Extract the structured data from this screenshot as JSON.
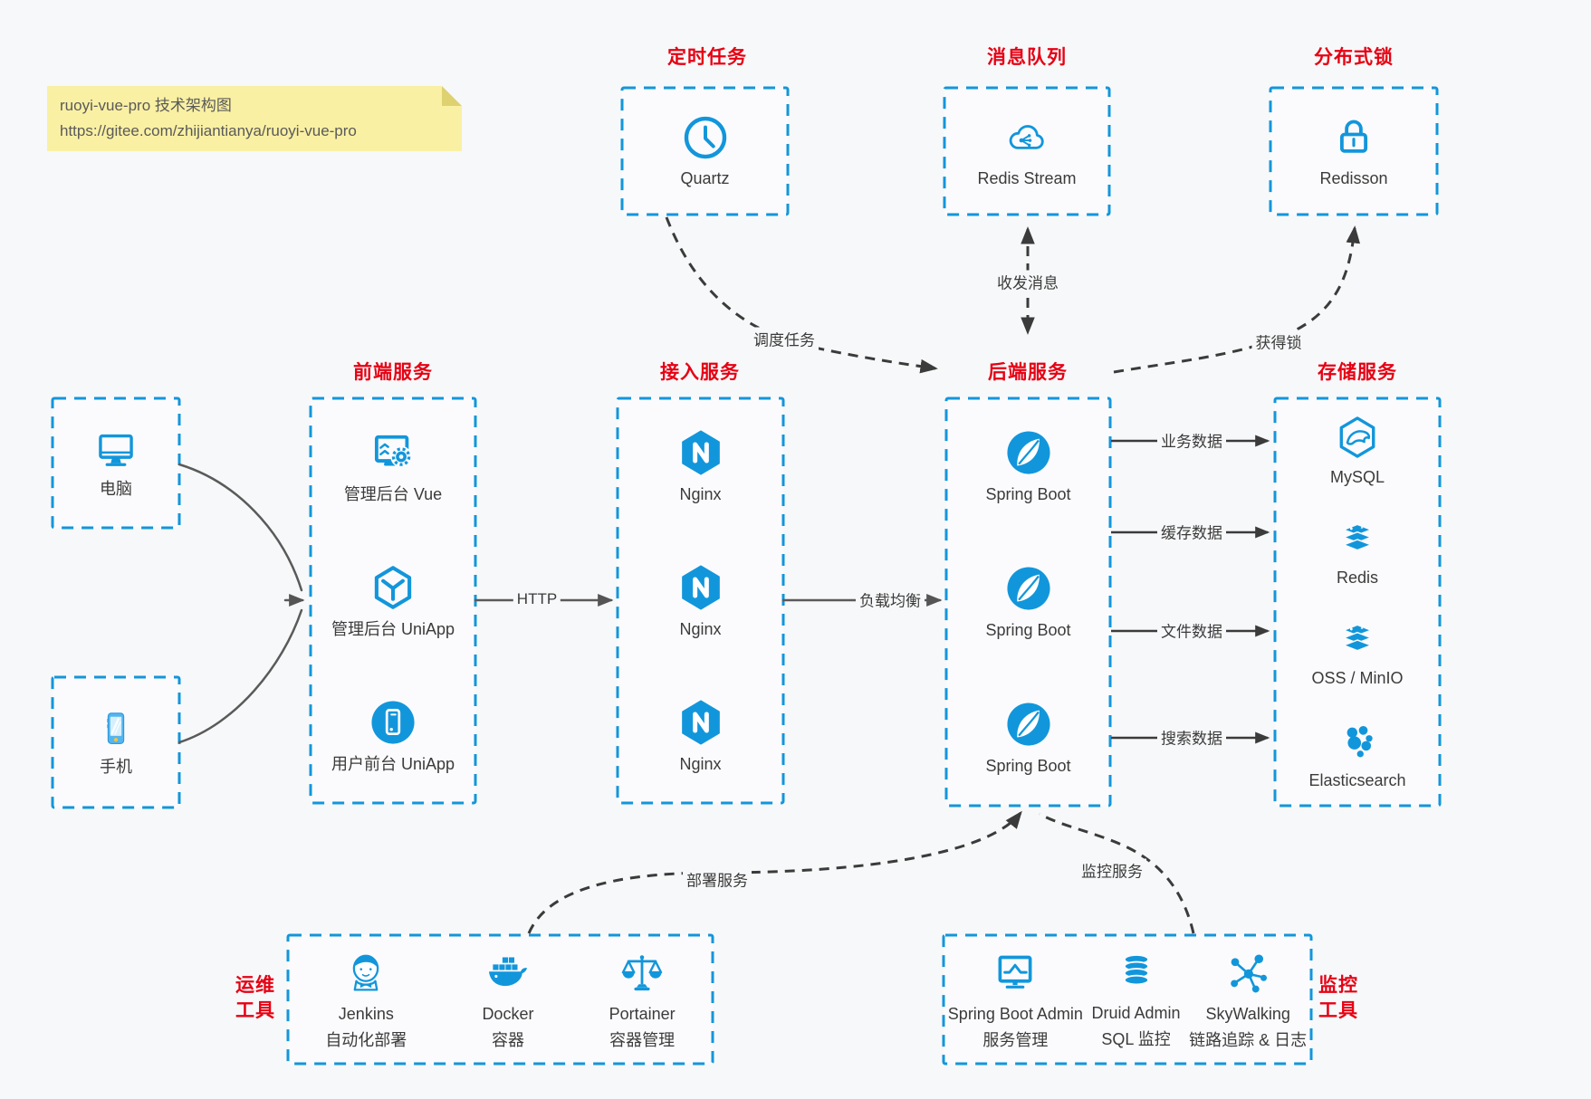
{
  "note": {
    "line1": "ruoyi-vue-pro 技术架构图",
    "line2": "https://gitee.com/zhijiantianya/ruoyi-vue-pro"
  },
  "colors": {
    "box_border_blue": "#1296db",
    "icon_blue": "#1296db",
    "title_red": "#e60013",
    "label_dark": "#3b3b3b",
    "note_yellow": "#faf0a3",
    "background": "#f7f8f9"
  },
  "groups": [
    {
      "title": "定时任务",
      "items": [
        {
          "icon": "clock-icon",
          "label": "Quartz"
        }
      ]
    },
    {
      "title": "消息队列",
      "items": [
        {
          "icon": "cloud-stream-icon",
          "label": "Redis Stream"
        }
      ]
    },
    {
      "title": "分布式锁",
      "items": [
        {
          "icon": "lock-icon",
          "label": "Redisson"
        }
      ]
    },
    {
      "items": [
        {
          "icon": "desktop-icon",
          "label": "电脑"
        }
      ]
    },
    {
      "items": [
        {
          "icon": "smartphone-icon",
          "label": "手机"
        }
      ]
    },
    {
      "title": "前端服务",
      "items": [
        {
          "icon": "admin-vue-icon",
          "label": "管理后台 Vue"
        },
        {
          "icon": "uniapp-cube-icon",
          "label": "管理后台 UniApp"
        },
        {
          "icon": "user-app-icon",
          "label": "用户前台 UniApp"
        }
      ]
    },
    {
      "title": "接入服务",
      "items": [
        {
          "icon": "nginx-icon",
          "label": "Nginx"
        },
        {
          "icon": "nginx-icon",
          "label": "Nginx"
        },
        {
          "icon": "nginx-icon",
          "label": "Nginx"
        }
      ]
    },
    {
      "title": "后端服务",
      "items": [
        {
          "icon": "spring-boot-icon",
          "label": "Spring Boot"
        },
        {
          "icon": "spring-boot-icon",
          "label": "Spring Boot"
        },
        {
          "icon": "spring-boot-icon",
          "label": "Spring Boot"
        }
      ]
    },
    {
      "title": "存储服务",
      "items": [
        {
          "icon": "mysql-icon",
          "label": "MySQL"
        },
        {
          "icon": "redis-icon",
          "label": "Redis"
        },
        {
          "icon": "oss-minio-icon",
          "label": "OSS / MinIO"
        },
        {
          "icon": "elasticsearch-icon",
          "label": "Elasticsearch"
        }
      ]
    },
    {
      "title": "运维工具",
      "items": [
        {
          "icon": "jenkins-icon",
          "label": "Jenkins",
          "sublabel": "自动化部署"
        },
        {
          "icon": "docker-icon",
          "label": "Docker",
          "sublabel": "容器"
        },
        {
          "icon": "portainer-icon",
          "label": "Portainer",
          "sublabel": "容器管理"
        }
      ]
    },
    {
      "title": "监控工具",
      "items": [
        {
          "icon": "spring-boot-admin-icon",
          "label": "Spring Boot Admin",
          "sublabel": "服务管理"
        },
        {
          "icon": "druid-admin-icon",
          "label": "Druid Admin",
          "sublabel": "SQL 监控"
        },
        {
          "icon": "skywalking-icon",
          "label": "SkyWalking",
          "sublabel": "链路追踪 & 日志"
        }
      ]
    }
  ],
  "edges": [
    {
      "label": "调度任务"
    },
    {
      "label": "收发消息"
    },
    {
      "label": "获得锁"
    },
    {
      "label": "HTTP"
    },
    {
      "label": "负载均衡"
    },
    {
      "label": "业务数据"
    },
    {
      "label": "缓存数据"
    },
    {
      "label": "文件数据"
    },
    {
      "label": "搜索数据"
    },
    {
      "label": "部署服务"
    },
    {
      "label": "监控服务"
    }
  ]
}
